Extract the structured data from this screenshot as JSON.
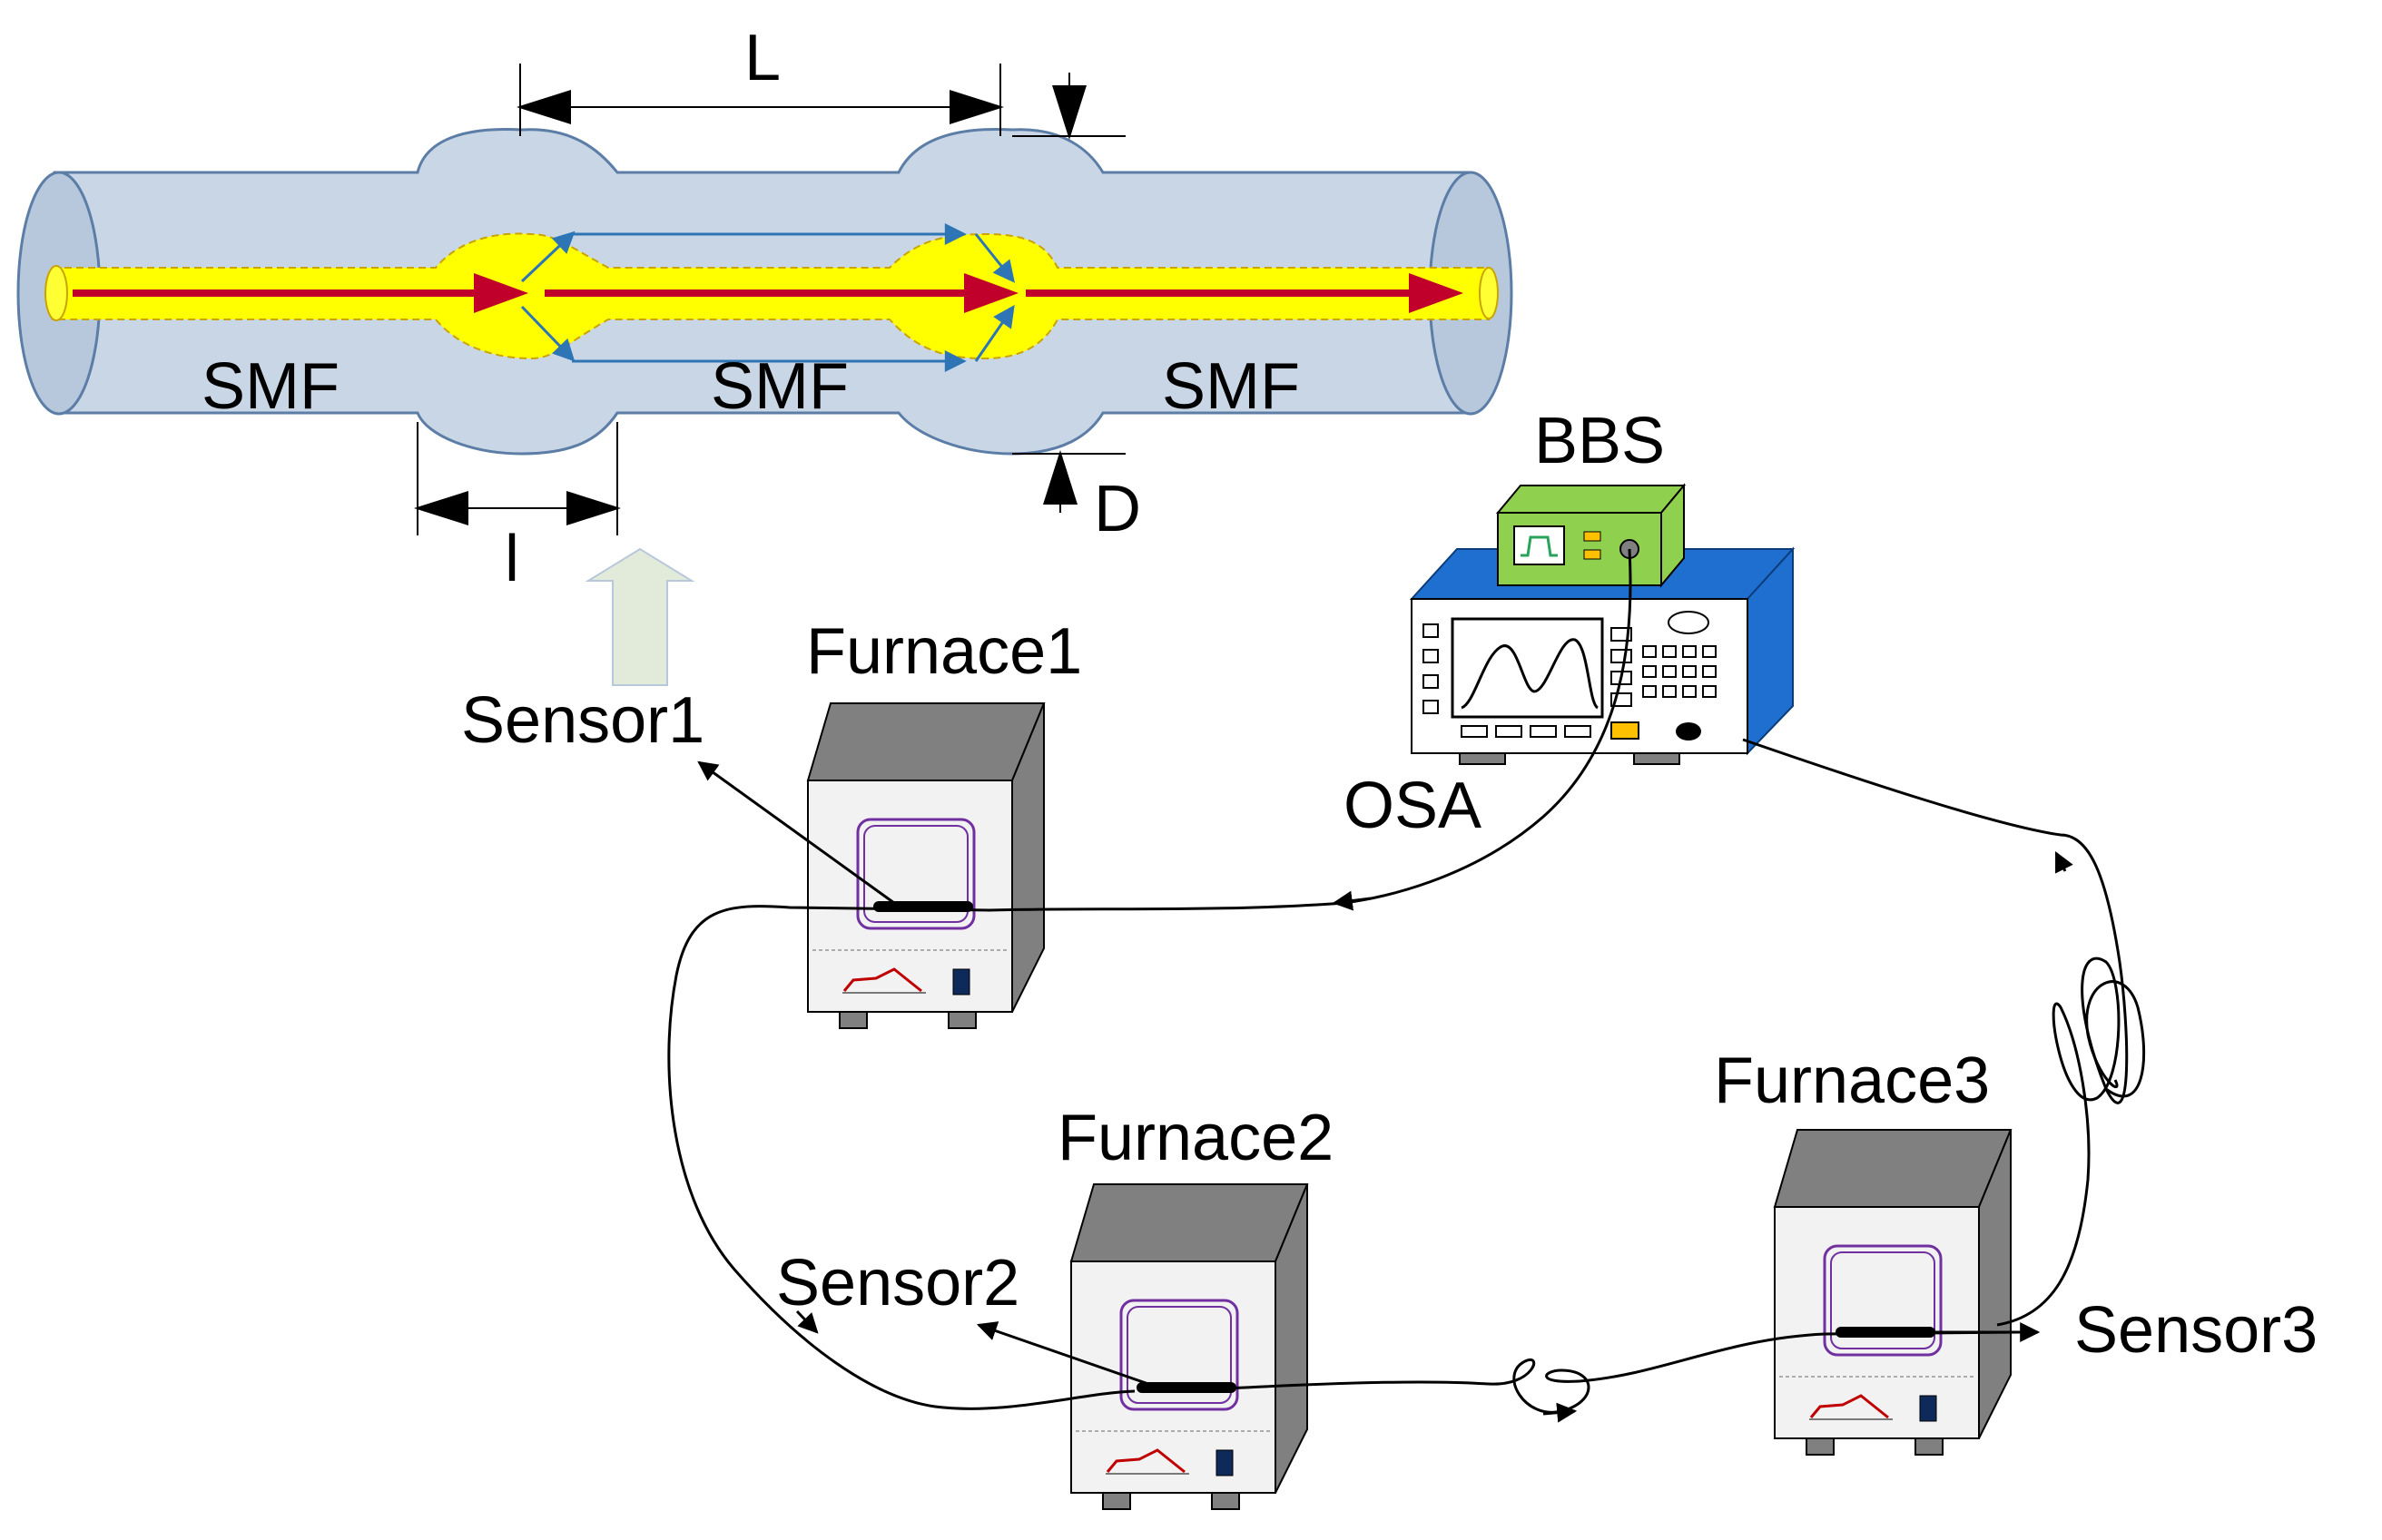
{
  "fiber_labels": {
    "smf_left": "SMF",
    "smf_middle": "SMF",
    "smf_right": "SMF"
  },
  "dimensions": {
    "taper_spacing": "L",
    "taper_length": "l",
    "taper_diameter": "D"
  },
  "instruments": {
    "light_source": "BBS",
    "analyzer": "OSA"
  },
  "furnaces": [
    "Furnace1",
    "Furnace2",
    "Furnace3"
  ],
  "sensors": [
    "Sensor1",
    "Sensor2",
    "Sensor3"
  ],
  "colors": {
    "cladding": "#c9d6e6",
    "core": "#ffff00",
    "light_main": "#c0002a",
    "light_split": "#2e75b6",
    "osa_body": "#1f6fd0",
    "bbs_body": "#8fd14f",
    "furnace_body": "#f2f2f2",
    "furnace_top": "#808080",
    "furnace_door": "#7030a0",
    "fiber": "#000000"
  }
}
